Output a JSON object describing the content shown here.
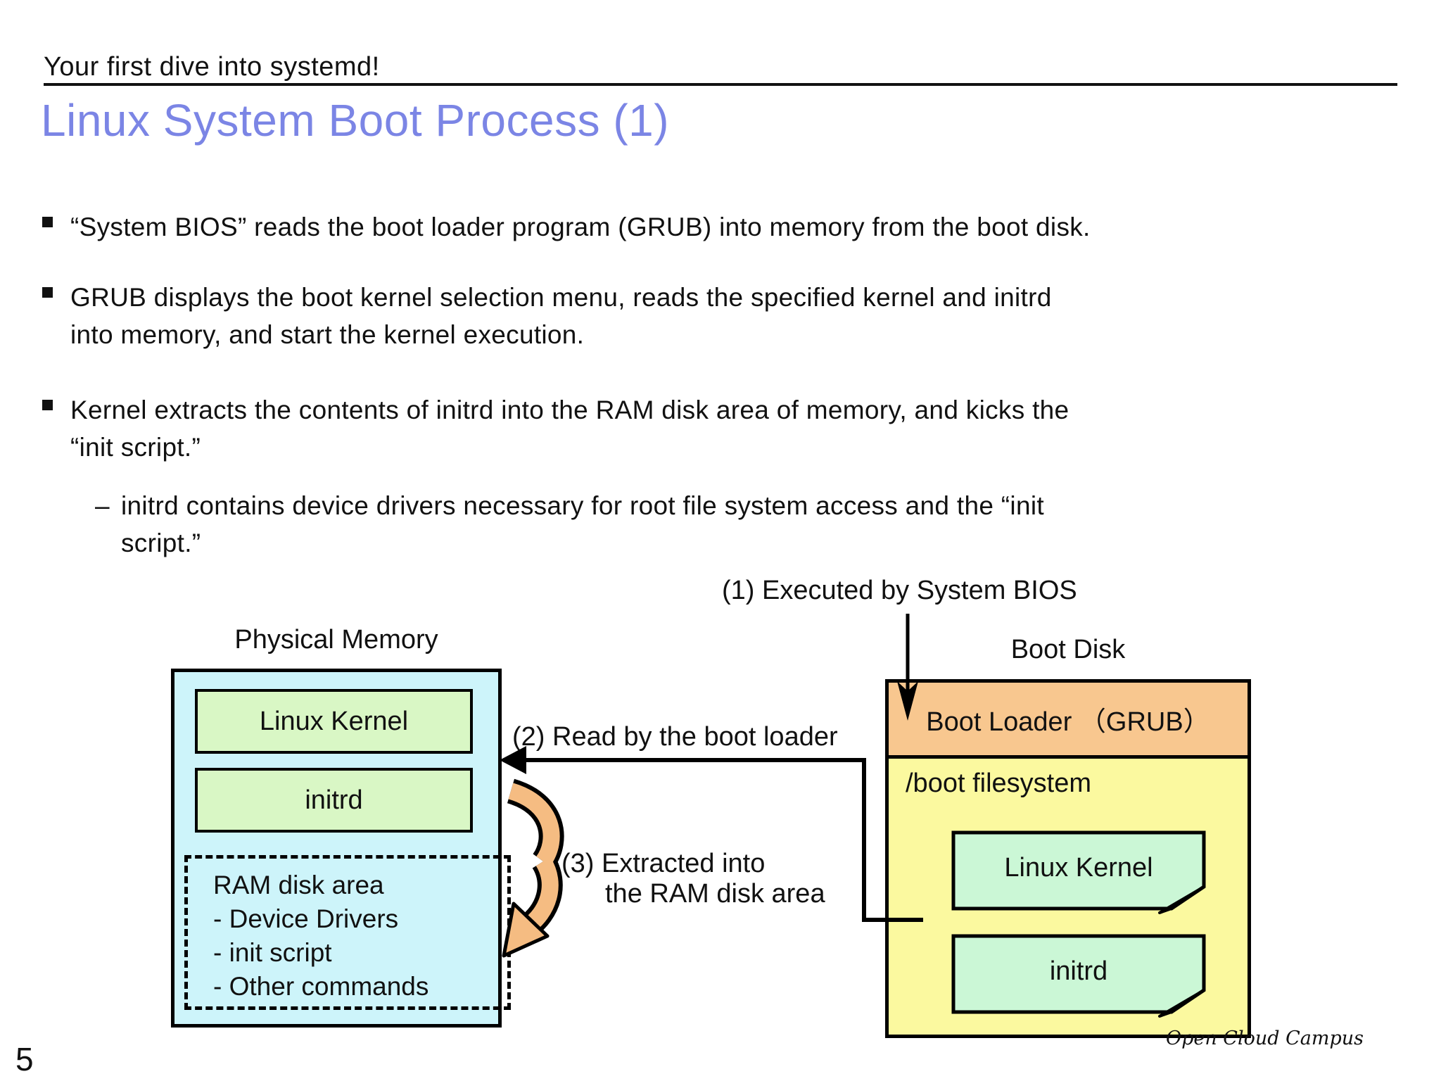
{
  "header": {
    "eyebrow": "Your first dive into systemd!",
    "title": "Linux System Boot Process (1)"
  },
  "bullets": [
    {
      "lines": [
        "“System BIOS” reads the boot loader program (GRUB) into memory from the boot disk."
      ]
    },
    {
      "lines": [
        "GRUB displays the boot kernel selection menu, reads the specified kernel and initrd",
        "into memory, and start the kernel execution."
      ]
    },
    {
      "lines": [
        "Kernel extracts the contents of initrd into the RAM disk area of memory, and kicks the",
        "“init script.”"
      ]
    }
  ],
  "sub_bullet": {
    "dash": "–",
    "lines": [
      "initrd contains device drivers necessary for root file system access and the “init",
      "script.”"
    ]
  },
  "diagram": {
    "physical_memory": {
      "title": "Physical Memory",
      "kernel_label": "Linux Kernel",
      "initrd_label": "initrd",
      "ram_disk_lines": [
        "RAM disk area",
        "- Device Drivers",
        "- init script",
        "- Other commands"
      ]
    },
    "boot_disk": {
      "title": "Boot Disk",
      "boot_loader_label": "Boot Loader （GRUB）",
      "filesystem_label": "/boot filesystem",
      "kernel_label": "Linux Kernel",
      "initrd_label": "initrd"
    },
    "annotations": {
      "step1": "(1) Executed by System BIOS",
      "step2": "(2) Read by the boot loader",
      "step3_line1": "(3) Extracted into",
      "step3_line2": "the RAM disk area"
    },
    "colors": {
      "title_blue": "#7b85e5",
      "memory_fill": "#cdf4fa",
      "memory_green": "#d9f7c5",
      "disk_yellow": "#fbf99f",
      "loader_orange": "#f8c78f",
      "disk_green": "#cbf7d6",
      "fold_green": "#a9d4b0",
      "arrow_orange": "#f5bc82",
      "line_black": "#000000"
    }
  },
  "footer": {
    "page_number": "5",
    "brand": "Open Cloud Campus"
  }
}
